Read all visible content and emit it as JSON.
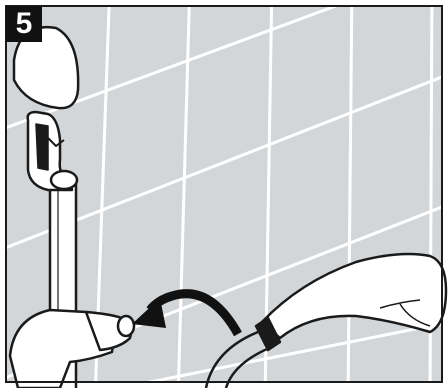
{
  "step": {
    "number": "5"
  },
  "colors": {
    "tile": "#d3d6d9",
    "grout": "#ffffff",
    "outline": "#1a1a1a",
    "part_fill": "#ffffff",
    "badge": "#111111"
  },
  "icons": [
    "step-number-badge",
    "rotate-arrow"
  ]
}
